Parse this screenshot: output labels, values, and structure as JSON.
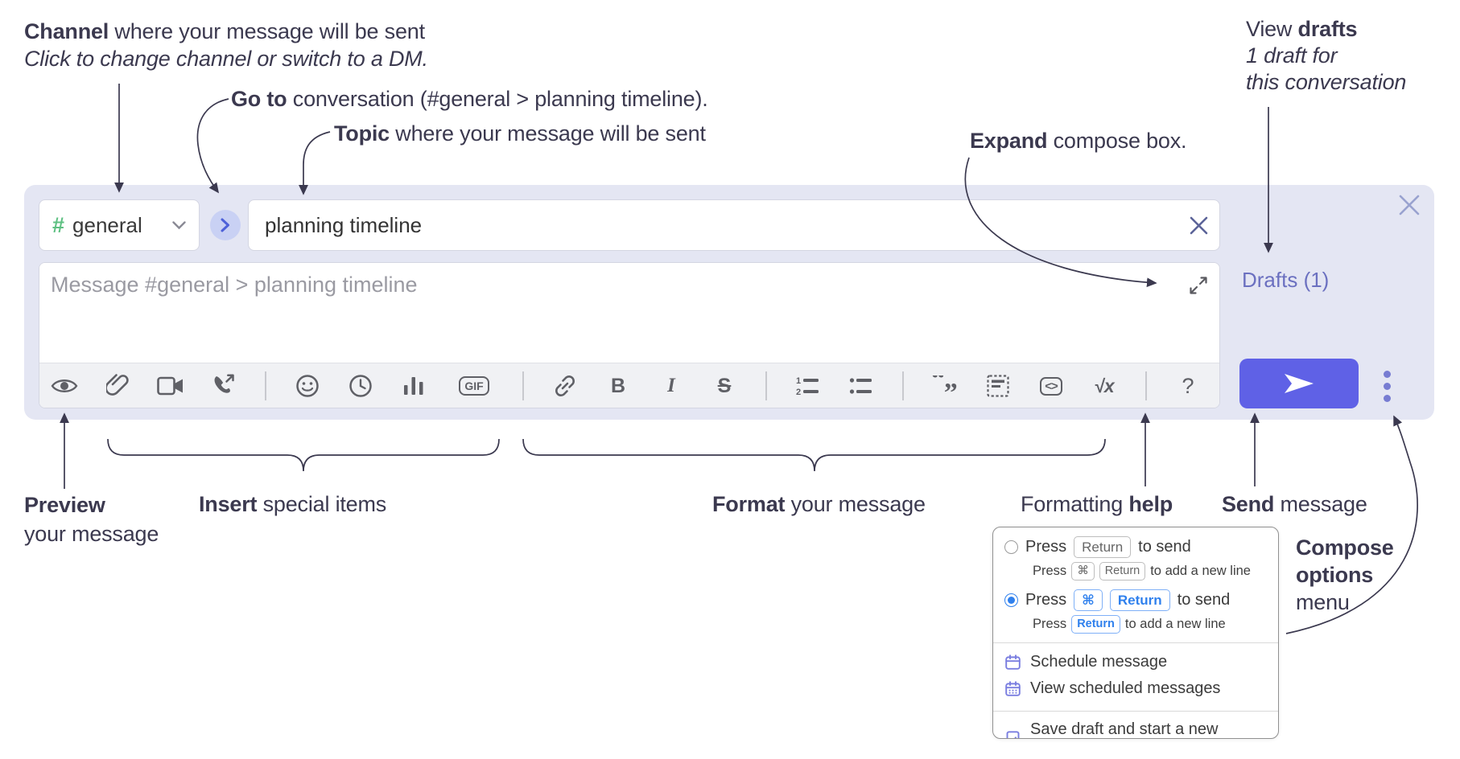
{
  "colors": {
    "accent": "#5f61e6",
    "compose_bg": "#e4e6f3",
    "drafts_link": "#6b70c0",
    "toolbar_icon": "#5f6066",
    "annotation_text": "#3b394f",
    "hash_green": "#5ec082",
    "jump_chevron": "#4d60d8",
    "menu_icon_purple": "#7a7ee0",
    "radio_blue": "#2f80ed"
  },
  "annotations": {
    "channel": {
      "bold": "Channel",
      "rest": " where your message will be sent",
      "sub": "Click to change channel or switch to a DM."
    },
    "goto": {
      "bold": "Go to",
      "rest": " conversation (#general > planning timeline)."
    },
    "topic": {
      "bold": "Topic",
      "rest": " where your message will be sent"
    },
    "expand": {
      "bold": "Expand",
      "rest": " compose box."
    },
    "view_drafts": {
      "pre": "View ",
      "bold": "drafts",
      "line2": "1 draft for",
      "line3": "this conversation"
    },
    "preview": {
      "bold": "Preview",
      "line2": "your message"
    },
    "insert": {
      "bold": "Insert",
      "rest": " special items"
    },
    "format": {
      "bold": "Format",
      "rest": " your message"
    },
    "formatting_help": {
      "pre": "Formatting ",
      "bold": "help"
    },
    "send": {
      "bold": "Send",
      "rest": " message"
    },
    "compose_options": {
      "line1": "Compose",
      "line2": "options",
      "line3": "menu"
    }
  },
  "compose": {
    "channel": {
      "hash": "#",
      "name": "general"
    },
    "topic_value": "planning timeline",
    "message_placeholder": "Message #general > planning timeline",
    "drafts_link": "Drafts (1)",
    "toolbar": {
      "gif": "GIF",
      "bold": "B",
      "italic": "I",
      "strike": "S",
      "code": "<>",
      "math": "√x",
      "help": "?",
      "ol1": "1",
      "ol2": "2",
      "quote": "“„",
      "icons": [
        "preview",
        "attach-file",
        "start-video-call",
        "start-voice-call",
        "emoji",
        "add-global-time",
        "add-poll",
        "add-gif",
        "link",
        "bold",
        "italic",
        "strikethrough",
        "numbered-list",
        "bulleted-list",
        "quote",
        "spoiler",
        "code",
        "math",
        "message-formatting"
      ]
    }
  },
  "popup": {
    "option1": {
      "press": "Press",
      "key": "Return",
      "rest": "to send",
      "sub_press": "Press",
      "sub_cmd": "⌘",
      "sub_key": "Return",
      "sub_rest": "to add a new line"
    },
    "option2": {
      "press": "Press",
      "cmd": "⌘",
      "key": "Return",
      "rest": "to send",
      "sub_press": "Press",
      "sub_key": "Return",
      "sub_rest": "to add a new line"
    },
    "items": [
      "Schedule message",
      "View scheduled messages",
      "Save draft and start a new message"
    ]
  }
}
